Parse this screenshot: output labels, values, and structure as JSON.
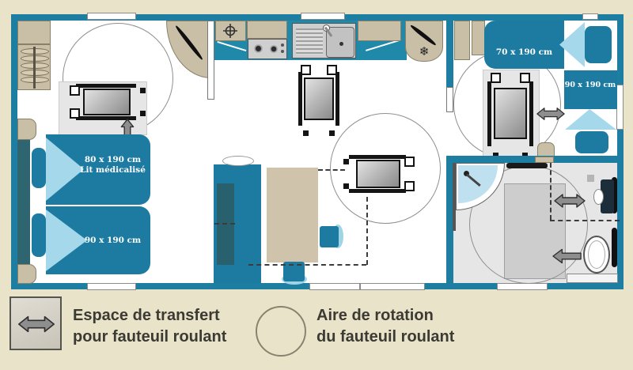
{
  "type": "accessible-mobile-home-floor-plan",
  "colors": {
    "background": "#e9e4c9",
    "wall": "#1e7ea2",
    "room_fill": "#ffffff",
    "bed_teal": "#1d7ba1",
    "bed_fold_blue": "#a5d8ea",
    "headboard_dark_teal": "#2e6570",
    "furniture_tan": "#c9bfa6",
    "appliance_gray": "#cfcfcf",
    "bathroom_floor": "#e6e6e6",
    "transfer_arrow_gray": "#8e8e8e",
    "rotation_circle_gray": "#8f8f8f",
    "legend_text": "#3b3a33"
  },
  "plan": {
    "beds": [
      {
        "id": "master-medical",
        "size": "80 x 190 cm",
        "note": "Lit médicalisé"
      },
      {
        "id": "master-second",
        "size": "90 x 190 cm"
      },
      {
        "id": "right-top",
        "size": "70 x 190 cm"
      },
      {
        "id": "right-side",
        "size": "90 x 190 cm"
      }
    ]
  },
  "legend": {
    "transfer_space": {
      "line1": "Espace de transfert",
      "line2": "pour fauteuil roulant"
    },
    "rotation_area": {
      "line1": "Aire de rotation",
      "line2": "du fauteuil roulant"
    }
  }
}
